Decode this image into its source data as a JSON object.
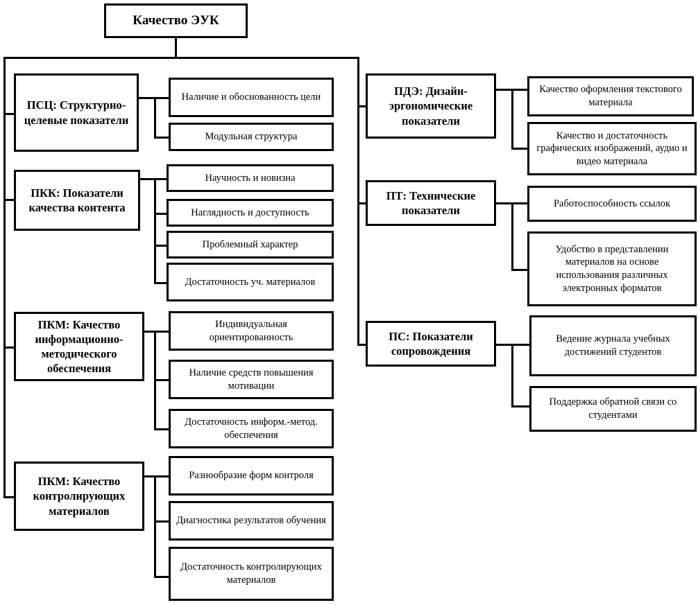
{
  "diagram": {
    "title": "Качество ЭУК",
    "root": {
      "label": "Качество ЭУК"
    },
    "branches": [
      {
        "id": "pc",
        "label": "ПСЦ: Структурно-целевые показатели",
        "column": "left",
        "children": [
          {
            "label": "Наличие и обоснованность цели"
          },
          {
            "label": "Модульная структура"
          }
        ]
      },
      {
        "id": "pkk",
        "label": "ПКК: Показатели качества контента",
        "column": "left",
        "children": [
          {
            "label": "Научность и новизна"
          },
          {
            "label": "Наглядность и доступность"
          },
          {
            "label": "Проблемный характер"
          },
          {
            "label": "Достаточность уч. материалов"
          }
        ]
      },
      {
        "id": "pkm1",
        "label": "ПКМ: Качество информационно-методического обеспечения",
        "column": "left",
        "children": [
          {
            "label": "Индивидуальная ориентированность"
          },
          {
            "label": "Наличие средств повышения мотивации"
          },
          {
            "label": "Достаточность информ.-метод. обеспечения"
          }
        ]
      },
      {
        "id": "pkm2",
        "label": "ПКМ: Качество контролирующих материалов",
        "column": "left",
        "children": [
          {
            "label": "Разнообразие форм контроля"
          },
          {
            "label": "Диагностика результатов обучения"
          },
          {
            "label": "Достаточность контролирующих материалов"
          }
        ]
      },
      {
        "id": "pde",
        "label": "ПДЭ: Дизайн-эргономические показатели",
        "column": "right",
        "children": [
          {
            "label": "Качество оформления текстового материала"
          },
          {
            "label": "Качество и достаточность графических изображений, аудио и видео материала"
          }
        ]
      },
      {
        "id": "pt",
        "label": "ПТ: Технические показатели",
        "column": "right",
        "children": [
          {
            "label": "Работоспособность ссылок"
          },
          {
            "label": "Удобство в представлении материалов на основе использования различных электронных форматов"
          }
        ]
      },
      {
        "id": "ps",
        "label": "ПС: Показатели сопровождения",
        "column": "right",
        "children": [
          {
            "label": "Ведение журнала учебных достижений студентов"
          },
          {
            "label": "Поддержка обратной связи со студентами"
          }
        ]
      }
    ],
    "colors": {
      "line": "#000000",
      "box_fill": "#ffffff",
      "text": "#000000"
    }
  }
}
